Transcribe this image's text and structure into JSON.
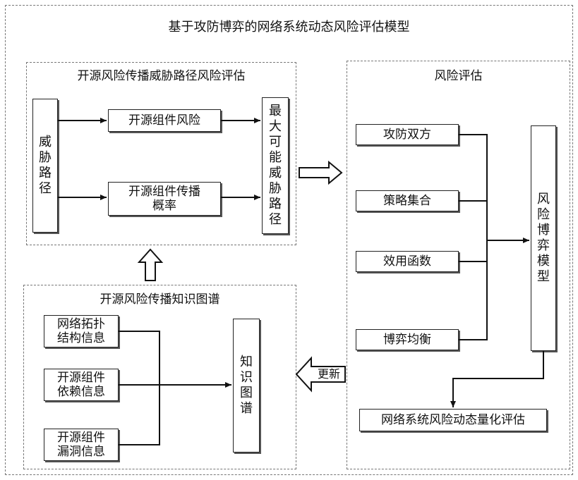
{
  "main_title": "基于攻防博弈的网络系统动态风险评估模型",
  "threat_panel": {
    "title": "开源风险传播威胁路径风险评估",
    "threat_path": "威胁路径",
    "component_risk": "开源组件风险",
    "propagation_probability": "开源组件传播\n概率",
    "max_threat_path": "最大可能威胁路径"
  },
  "kg_panel": {
    "title": "开源风险传播知识图谱",
    "topology_info": "网络拓扑\n结构信息",
    "dependency_info": "开源组件\n依赖信息",
    "vulnerability_info": "开源组件\n漏洞信息",
    "knowledge_graph": "知识图谱"
  },
  "risk_panel": {
    "title": "风险评估",
    "both_sides": "攻防双方",
    "strategy_set": "策略集合",
    "utility_function": "效用函数",
    "game_equilibrium": "博弈均衡",
    "game_model": "风险博弈模型",
    "quantitative_eval": "网络系统风险动态量化评估"
  },
  "update_label": "更新"
}
